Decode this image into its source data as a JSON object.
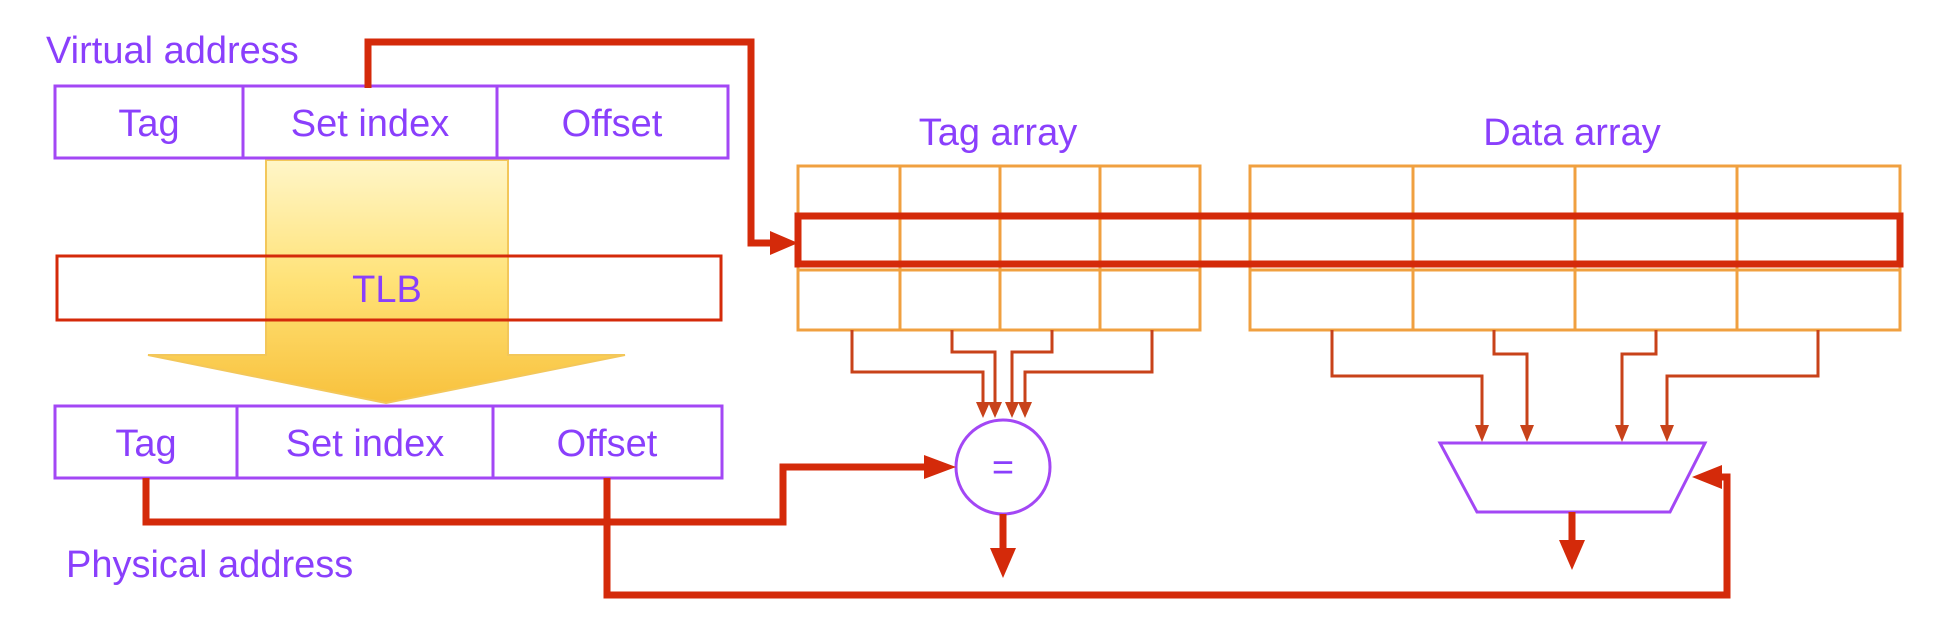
{
  "virtual_address": {
    "title": "Virtual address",
    "fields": [
      "Tag",
      "Set index",
      "Offset"
    ]
  },
  "physical_address": {
    "title": "Physical address",
    "fields": [
      "Tag",
      "Set index",
      "Offset"
    ]
  },
  "tlb": {
    "label": "TLB"
  },
  "tag_array": {
    "title": "Tag array",
    "rows": 3,
    "cols": 4
  },
  "data_array": {
    "title": "Data array",
    "rows": 3,
    "cols": 4
  },
  "comparator": {
    "symbol": "="
  },
  "colors": {
    "field_border": "#a347f5",
    "label_text": "#8a3ffc",
    "array_cell": "#f0a040",
    "wire": "#d42a0a",
    "tlb_arrow": "#ffd84a"
  },
  "icons": {
    "comparator": "equality-comparator-icon",
    "mux": "multiplexer-icon",
    "translation_arrow": "down-arrow-icon"
  }
}
